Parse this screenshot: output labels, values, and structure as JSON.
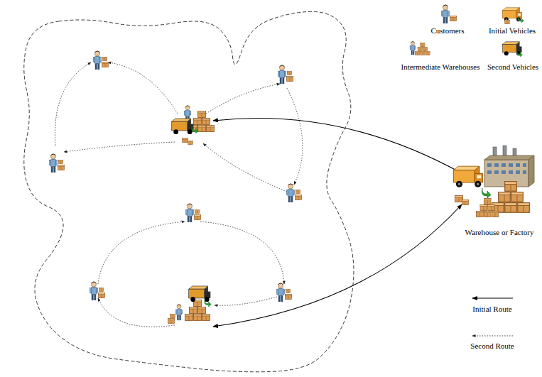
{
  "diagram": {
    "nodes": [
      {
        "text": [
          "Warehouse or Factory"
        ]
      }
    ],
    "legend": [
      {
        "text": "Customers"
      },
      {
        "text": "Initial Vehicles"
      },
      {
        "text": "Intermediate Warehouses"
      },
      {
        "text": "Second Vehicles"
      },
      {
        "text": "Initial Route"
      },
      {
        "text": "Second Route"
      }
    ]
  }
}
